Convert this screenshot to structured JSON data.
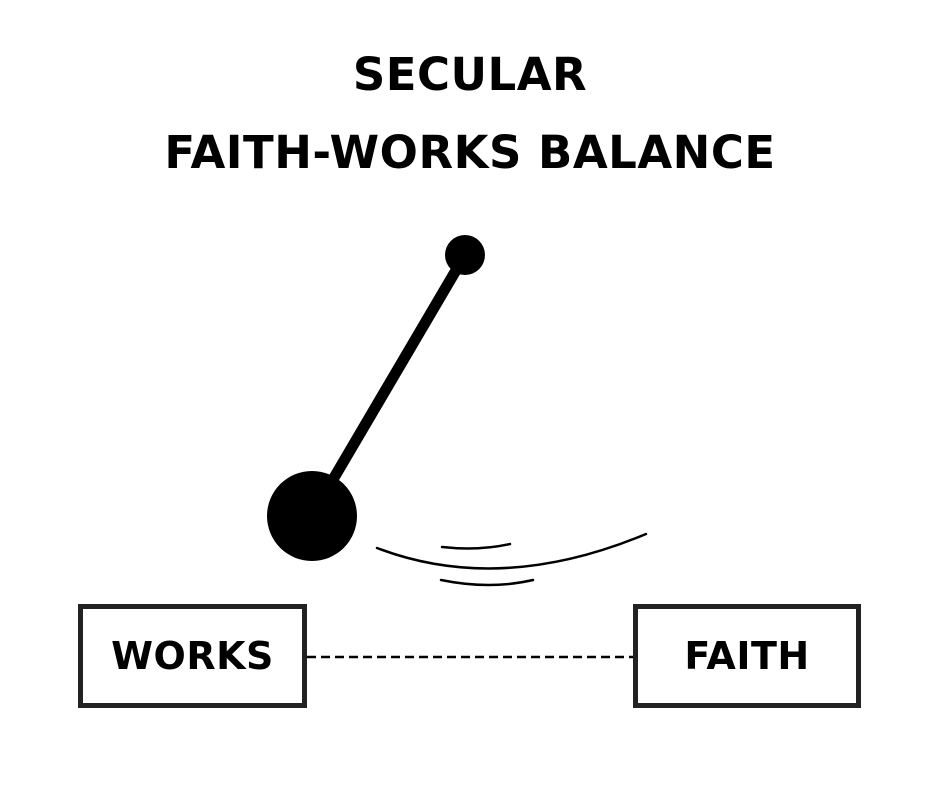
{
  "title": {
    "line1": "SECULAR",
    "line2": "FAITH-WORKS BALANCE"
  },
  "diagram": {
    "left_box_label": "WORKS",
    "right_box_label": "FAITH",
    "connector_style": "dashed",
    "pendulum_direction": "swung-left-toward-works"
  },
  "colors": {
    "ink": "#000000",
    "box_border": "#222222",
    "background": "#ffffff"
  }
}
